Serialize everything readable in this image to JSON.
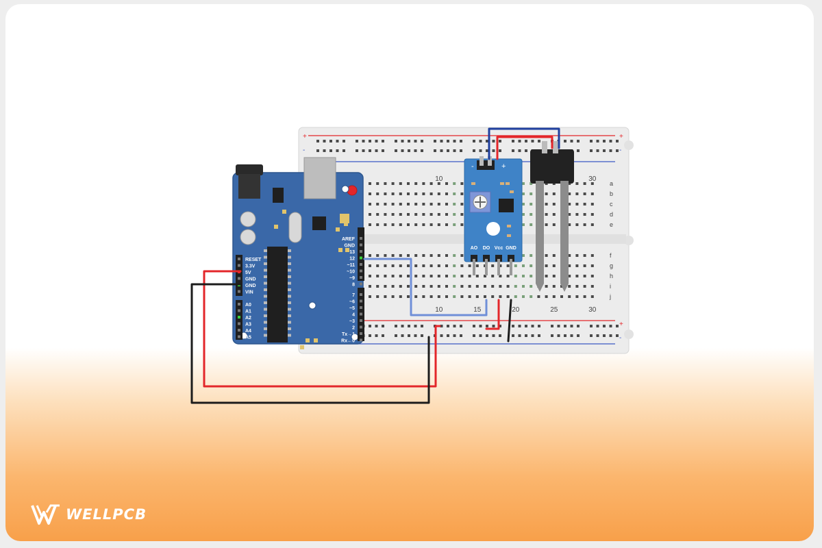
{
  "breadboard": {
    "row_letters": [
      "a",
      "b",
      "c",
      "d",
      "e",
      "f",
      "g",
      "h",
      "i",
      "j"
    ],
    "column_numbers": [
      "10",
      "15",
      "20",
      "25",
      "30"
    ],
    "rail_signs": [
      "+",
      "-"
    ]
  },
  "arduino": {
    "power_pins": [
      "RESET",
      "3.3V",
      "5V",
      "GND",
      "GND",
      "VIN"
    ],
    "analog_pins": [
      "A0",
      "A1",
      "A2",
      "A3",
      "A4",
      "A5"
    ],
    "digital_pins": [
      "AREF",
      "GND",
      "13",
      "12",
      "~11",
      "~10",
      "~9",
      "8",
      "7",
      "~6",
      "~5",
      "4",
      "~3",
      "2",
      "Tx→1",
      "Rx←0"
    ]
  },
  "sensor_module": {
    "pin_labels": [
      "AO",
      "DO",
      "Vcc",
      "GND"
    ],
    "header_signs": [
      "-",
      "+"
    ]
  },
  "colors": {
    "wire_red": "#e3262a",
    "wire_black": "#1c1c1c",
    "wire_blue": "#1f3f9e",
    "wire_lightblue": "#6f8fd8",
    "arduino_board": "#3a68a8",
    "sensor_board": "#3f83c7",
    "accent_orange": "#f8a04a"
  },
  "brand": {
    "name": "WELLPCB"
  }
}
